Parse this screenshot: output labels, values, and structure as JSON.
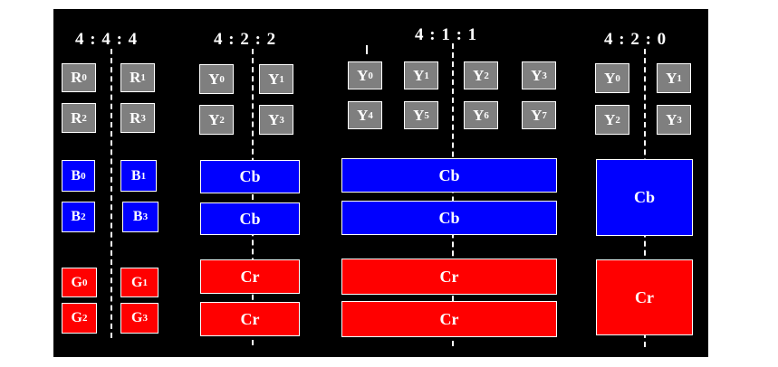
{
  "headers": [
    "4 : 4 : 4",
    "4 : 2 : 2",
    "4 : 1 : 1",
    "4 : 2 : 0"
  ],
  "s444": {
    "r": [
      {
        "l": "R",
        "s": "0"
      },
      {
        "l": "R",
        "s": "1"
      },
      {
        "l": "R",
        "s": "2"
      },
      {
        "l": "R",
        "s": "3"
      }
    ],
    "b": [
      {
        "l": "B",
        "s": "0"
      },
      {
        "l": "B",
        "s": "1"
      },
      {
        "l": "B",
        "s": "2"
      },
      {
        "l": "B",
        "s": "3"
      }
    ],
    "g": [
      {
        "l": "G",
        "s": "0"
      },
      {
        "l": "G",
        "s": "1"
      },
      {
        "l": "G",
        "s": "2"
      },
      {
        "l": "G",
        "s": "3"
      }
    ]
  },
  "s422": {
    "y": [
      {
        "l": "Y",
        "s": "0"
      },
      {
        "l": "Y",
        "s": "1"
      },
      {
        "l": "Y",
        "s": "2"
      },
      {
        "l": "Y",
        "s": "3"
      }
    ],
    "cb": [
      "Cb",
      "Cb"
    ],
    "cr": [
      "Cr",
      "Cr"
    ]
  },
  "s411": {
    "y": [
      {
        "l": "Y",
        "s": "0"
      },
      {
        "l": "Y",
        "s": "1"
      },
      {
        "l": "Y",
        "s": "2"
      },
      {
        "l": "Y",
        "s": "3"
      },
      {
        "l": "Y",
        "s": "4"
      },
      {
        "l": "Y",
        "s": "5"
      },
      {
        "l": "Y",
        "s": "6"
      },
      {
        "l": "Y",
        "s": "7"
      }
    ],
    "cb": [
      "Cb",
      "Cb"
    ],
    "cr": [
      "Cr",
      "Cr"
    ]
  },
  "s420": {
    "y": [
      {
        "l": "Y",
        "s": "0"
      },
      {
        "l": "Y",
        "s": "1"
      },
      {
        "l": "Y",
        "s": "2"
      },
      {
        "l": "Y",
        "s": "3"
      }
    ],
    "cb": [
      "Cb"
    ],
    "cr": [
      "Cr"
    ]
  },
  "colors": {
    "background": "#000000",
    "luma": "#7f7f7f",
    "blue": "#0000ff",
    "red": "#ff0000",
    "text": "#ffffff"
  }
}
